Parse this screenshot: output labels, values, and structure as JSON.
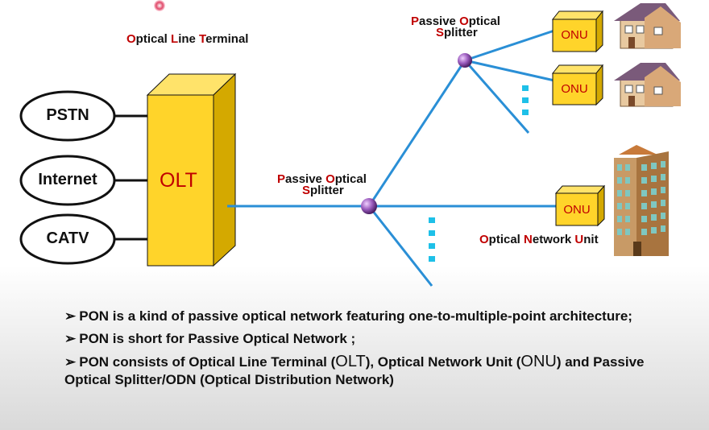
{
  "labels": {
    "olt_title": {
      "c1": "O",
      "r1": "ptical ",
      "c2": "L",
      "r2": "ine ",
      "c3": "T",
      "r3": "erminal"
    },
    "splitter_top": {
      "c1": "P",
      "r1": "assive ",
      "c2": "O",
      "r2": "ptical",
      "c3": "S",
      "r3": "plitter"
    },
    "splitter_mid": {
      "c1": "P",
      "r1": "assive ",
      "c2": "O",
      "r2": "ptical",
      "c3": "S",
      "r3": "plitter"
    },
    "onu_title": {
      "c1": "O",
      "r1": "ptical ",
      "c2": "N",
      "r2": "etwork ",
      "c3": "U",
      "r3": "nit"
    }
  },
  "sources": [
    "PSTN",
    "Internet",
    "CATV"
  ],
  "olt_label": "OLT",
  "onu_label": "ONU",
  "bullets": [
    {
      "mark": "➢",
      "text": "PON is a kind of passive optical network featuring one-to-multiple-point architecture;"
    },
    {
      "mark": "➢",
      "text": "PON is short for Passive Optical Network ;"
    },
    {
      "mark": "➢",
      "parts": {
        "a": "PON consists of Optical Line Terminal (",
        "b": "OLT",
        "c": "), Optical Network Unit (",
        "d": "ONU",
        "e": ") and Passive Optical Splitter/ODN (Optical Distribution Network)"
      }
    }
  ],
  "colors": {
    "fiber": "#2a8fd6",
    "olt_front": "#ffd42a",
    "olt_side": "#d4a900",
    "accent_red": "#c00000",
    "splitter": "#8a4fa8"
  }
}
